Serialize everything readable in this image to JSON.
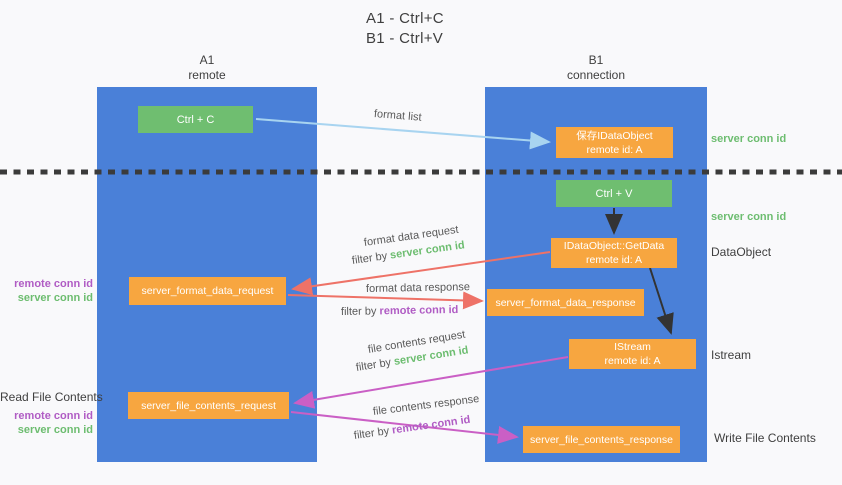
{
  "title": {
    "line1": "A1 - Ctrl+C",
    "line2": "B1 - Ctrl+V"
  },
  "columns": {
    "a1": {
      "name": "A1",
      "subtitle": "remote"
    },
    "b1": {
      "name": "B1",
      "subtitle": "connection"
    }
  },
  "nodes": {
    "ctrl_c": "Ctrl + C",
    "save_idataobject_line1": "保存IDataObject",
    "save_idataobject_line2": "remote id: A",
    "ctrl_v": "Ctrl + V",
    "getdata_line1": "IDataObject::GetData",
    "getdata_line2": "remote id: A",
    "format_request": "server_format_data_request",
    "format_response": "server_format_data_response",
    "istream_line1": "IStream",
    "istream_line2": "remote id: A",
    "file_request": "server_file_contents_request",
    "file_response": "server_file_contents_response"
  },
  "arrow_labels": {
    "format_list": "format list",
    "format_data_request": "format data request",
    "format_data_response": "format data response",
    "file_contents_request": "file contents request",
    "file_contents_response": "file contents response",
    "filter_by": "filter by ",
    "server_conn_id": "server conn id",
    "remote_conn_id": "remote conn id"
  },
  "side_labels": {
    "right_server_conn_id_top": "server conn id",
    "right_server_conn_id_mid": "server conn id",
    "right_dataobject": "DataObject",
    "right_istream": "Istream",
    "right_write_file_contents": "Write File Contents",
    "left_remote_conn_id_top": "remote conn id",
    "left_server_conn_id_top": "server conn id",
    "left_read_file_contents": "Read File Contents",
    "left_remote_conn_id_bottom": "remote conn id",
    "left_server_conn_id_bottom": "server conn id"
  },
  "colors": {
    "background": "#f9f9fb",
    "column-blue": "#4a80d8",
    "node-green": "#6fbe70",
    "node-orange": "#f7a640",
    "arrow-lightblue": "#a8d4f0",
    "arrow-salmon": "#ee7267",
    "arrow-magenta": "#ca5fc5",
    "label-green": "#6dbd70",
    "label-purple": "#b05cc4",
    "text-dark": "#3f3f3f",
    "text-gray": "#595959",
    "divider-dark": "#3b3b3b"
  }
}
